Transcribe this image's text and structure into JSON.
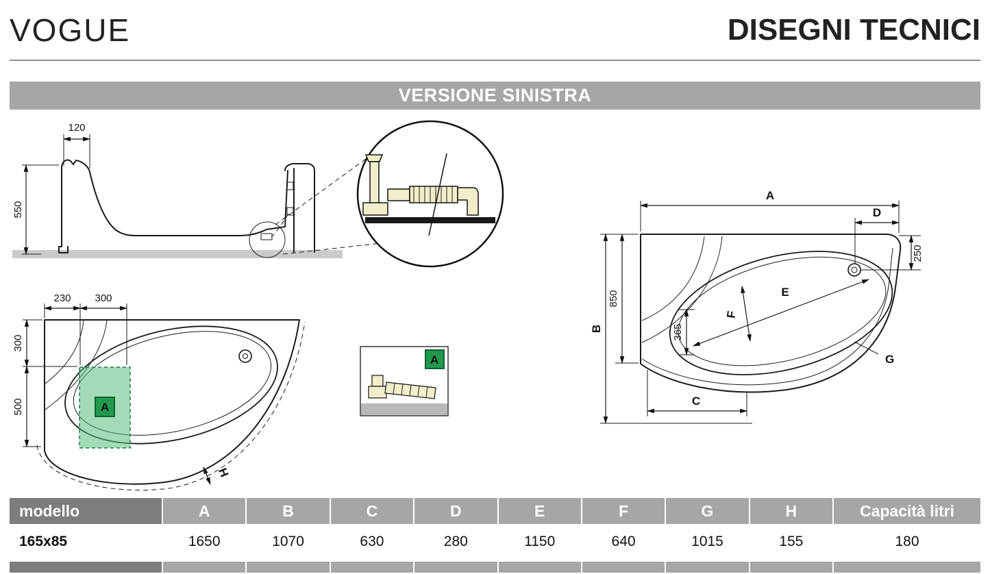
{
  "header": {
    "brand": "VOGUE",
    "title": "DISEGNI TECNICI"
  },
  "banner": {
    "label": "VERSIONE SINISTRA"
  },
  "drawings": {
    "side_view": {
      "dim_width": "120",
      "dim_height": "550"
    },
    "plan_left": {
      "dim_230": "230",
      "dim_300_top": "300",
      "dim_300_side": "300",
      "dim_500": "500",
      "detail_label": "A",
      "dim_h": "H"
    },
    "detail_box": {
      "label": "A"
    },
    "plan_right": {
      "dim_a": "A",
      "dim_b": "B",
      "dim_c": "C",
      "dim_d": "D",
      "dim_e": "E",
      "dim_f": "F",
      "dim_g": "G",
      "dim_250": "250",
      "dim_850": "850",
      "dim_365": "365"
    }
  },
  "table": {
    "model_header": "modello",
    "dim_headers": [
      "A",
      "B",
      "C",
      "D",
      "E",
      "F",
      "G",
      "H"
    ],
    "capacity_header": "Capacità litri",
    "rows": [
      {
        "model": "165x85",
        "values": [
          "1650",
          "1070",
          "630",
          "280",
          "1150",
          "640",
          "1015",
          "155"
        ],
        "capacity": "180"
      }
    ]
  },
  "colors": {
    "banner_gray": "#a6a6a6",
    "header_dark_gray": "#7d7d7d",
    "accent_green": "#21994f",
    "drain_cream": "#f2edca"
  }
}
